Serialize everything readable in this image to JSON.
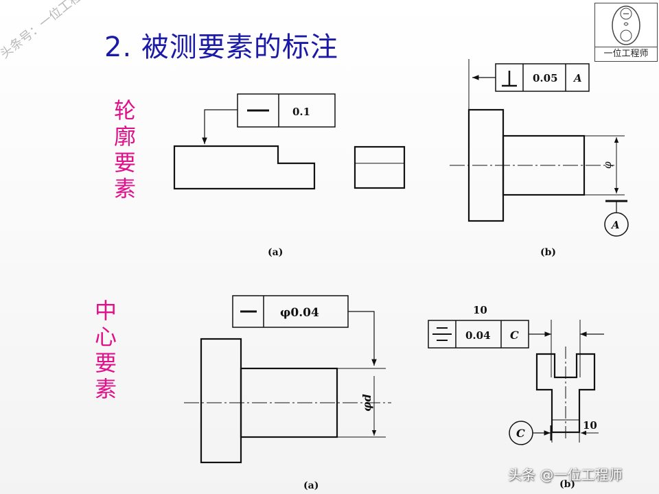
{
  "page": {
    "title": "2. 被测要素的标注",
    "watermark_diagonal": "头条号：一位工程师",
    "footer_watermark": "头条 @一位工程师",
    "logo_text": "一位工程师"
  },
  "sections": {
    "contour": {
      "label": "轮廓要素",
      "fig_a": {
        "caption": "(a)",
        "tolerance": "0.1",
        "symbol": "straightness"
      },
      "fig_b": {
        "caption": "(b)",
        "tolerance": "0.05",
        "datum": "A",
        "symbol": "perpendicularity",
        "dim_label": "φ",
        "datum_circle": "A"
      }
    },
    "center": {
      "label": "中心要素",
      "fig_a": {
        "caption": "(a)",
        "tolerance": "φ0.04",
        "symbol": "straightness",
        "dim_label": "φd"
      },
      "fig_b": {
        "caption": "(b)",
        "tolerance": "0.04",
        "datum": "C",
        "symbol": "symmetry",
        "dim_top": "10",
        "dim_bottom": "10",
        "datum_circle": "C"
      }
    }
  },
  "colors": {
    "title": "#1a1aa6",
    "side_label": "#e0108a",
    "drawing": "#111111"
  }
}
